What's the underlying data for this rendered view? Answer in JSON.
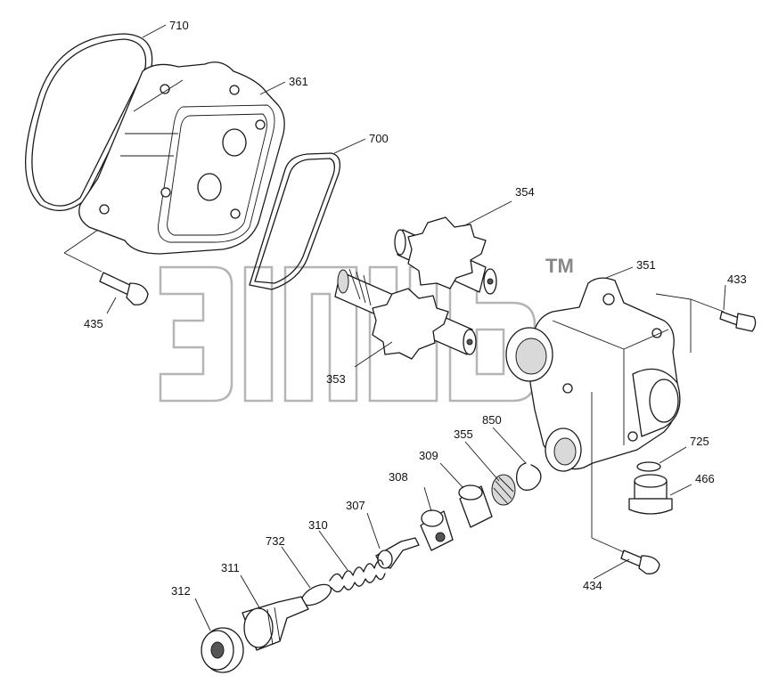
{
  "watermark": {
    "trademark": "TM"
  },
  "corner_mark": "",
  "callouts": {
    "c710": "710",
    "c361": "361",
    "c700": "700",
    "c354": "354",
    "c351": "351",
    "c433": "433",
    "c435": "435",
    "c353": "353",
    "c850": "850",
    "c355": "355",
    "c309": "309",
    "c308": "308",
    "c725": "725",
    "c466": "466",
    "c307": "307",
    "c310": "310",
    "c732": "732",
    "c311": "311",
    "c312": "312",
    "c434": "434"
  }
}
